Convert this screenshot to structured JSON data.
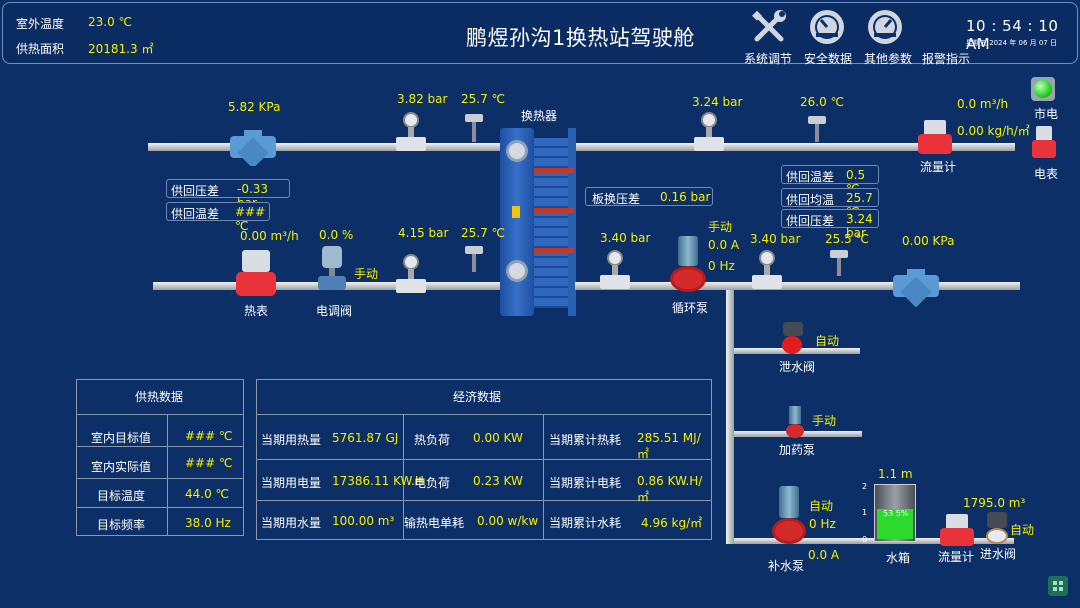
{
  "header": {
    "outdoor_temp_label": "室外温度",
    "outdoor_temp_value": "23.0 ℃",
    "heating_area_label": "供热面积",
    "heating_area_value": "20181.3 ㎡",
    "title": "鹏煜孙沟1换热站驾驶舱",
    "time": "10 : 54 : 10  AM",
    "date": "星期五   2024 年 06 月 07 日",
    "nav": [
      {
        "label": "系统调节",
        "icon": "wrench-screwdriver-icon"
      },
      {
        "label": "安全数据",
        "icon": "gauge-icon"
      },
      {
        "label": "其他参数",
        "icon": "gauge-icon"
      },
      {
        "label": "报警指示",
        "icon": "alarm-icon"
      }
    ]
  },
  "power": {
    "mains_label": "市电",
    "meter_label": "电表"
  },
  "upper": {
    "pressure_kpa": "5.82 KPa",
    "pressure_bar": "3.82 bar",
    "temp": "25.7 ℃",
    "hx_label": "换热器",
    "out_pressure": "3.24 bar",
    "out_temp": "26.0 ℃",
    "flow_m3h": "0.0 m³/h",
    "flow_kgh": "0.00 kg/h/㎡",
    "flowmeter_label": "流量计"
  },
  "diff_left": {
    "press_label": "供回压差",
    "press_value": "-0.33 bar",
    "temp_label": "供回温差",
    "temp_value": "### ℃"
  },
  "diff_right": {
    "temp_label": "供回温差",
    "temp_value": "0.5 ℃",
    "avg_label": "供回均温",
    "avg_value": "25.7 ℃",
    "press_label": "供回压差",
    "press_value": "3.24 bar"
  },
  "plate": {
    "label": "板换压差",
    "value": "0.16 bar"
  },
  "lower": {
    "heat_flow": "0.00 m³/h",
    "valve_pct": "0.0 %",
    "valve_mode": "手动",
    "heat_meter_label": "热表",
    "valve_label": "电调阀",
    "pressure_in": "4.15 bar",
    "temp_in": "25.7 ℃",
    "pressure_hx_out": "3.40 bar",
    "pump_mode": "手动",
    "pump_current": "0.0 A",
    "pump_freq": "0 Hz",
    "pump_label": "循环泵",
    "pressure_out": "3.40 bar",
    "temp_out": "25.5 ℃",
    "kpa": "0.00 KPa"
  },
  "branch": {
    "drain_mode": "自动",
    "drain_label": "泄水阀",
    "dosing_mode": "手动",
    "dosing_label": "加药泵",
    "makeup_mode": "自动",
    "makeup_freq": "0 Hz",
    "makeup_current": "0.0 A",
    "makeup_label": "补水泵",
    "tank_level": "1.1 m",
    "tank_pct": "53.5%",
    "tank_label": "水箱",
    "tank_ticks": [
      "2",
      "1",
      "0"
    ],
    "flow_value": "1795.0 m³",
    "flow_label": "流量计",
    "inlet_mode": "自动",
    "inlet_label": "进水阀"
  },
  "heating_panel": {
    "title": "供热数据",
    "rows": [
      {
        "label": "室内目标值",
        "value": "### ℃"
      },
      {
        "label": "室内实际值",
        "value": "### ℃"
      },
      {
        "label": "目标温度",
        "value": "44.0 ℃"
      },
      {
        "label": "目标频率",
        "value": "38.0 Hz"
      }
    ]
  },
  "econ_panel": {
    "title": "经济数据",
    "rows": [
      [
        {
          "label": "当期用热量",
          "value": "5761.87 GJ"
        },
        {
          "label": "热负荷",
          "value": "0.00 KW"
        },
        {
          "label": "当期累计热耗",
          "value": "285.51 MJ/㎡"
        }
      ],
      [
        {
          "label": "当期用电量",
          "value": "17386.11 KW.H"
        },
        {
          "label": "电负荷",
          "value": "0.23 KW"
        },
        {
          "label": "当期累计电耗",
          "value": "0.86 KW.H/㎡"
        }
      ],
      [
        {
          "label": "当期用水量",
          "value": "100.00 m³"
        },
        {
          "label": "输热电单耗",
          "value": "0.00  w/kw"
        },
        {
          "label": "当期累计水耗",
          "value": "4.96 kg/㎡"
        }
      ]
    ]
  },
  "colors": {
    "background": "#0b2f66",
    "value": "#f6f000",
    "label": "#ffffff",
    "pipe": "#c8ccd0",
    "led_on": "#2fd62f",
    "pump_red": "#e41c1c",
    "tank_water": "#2cd92c"
  }
}
